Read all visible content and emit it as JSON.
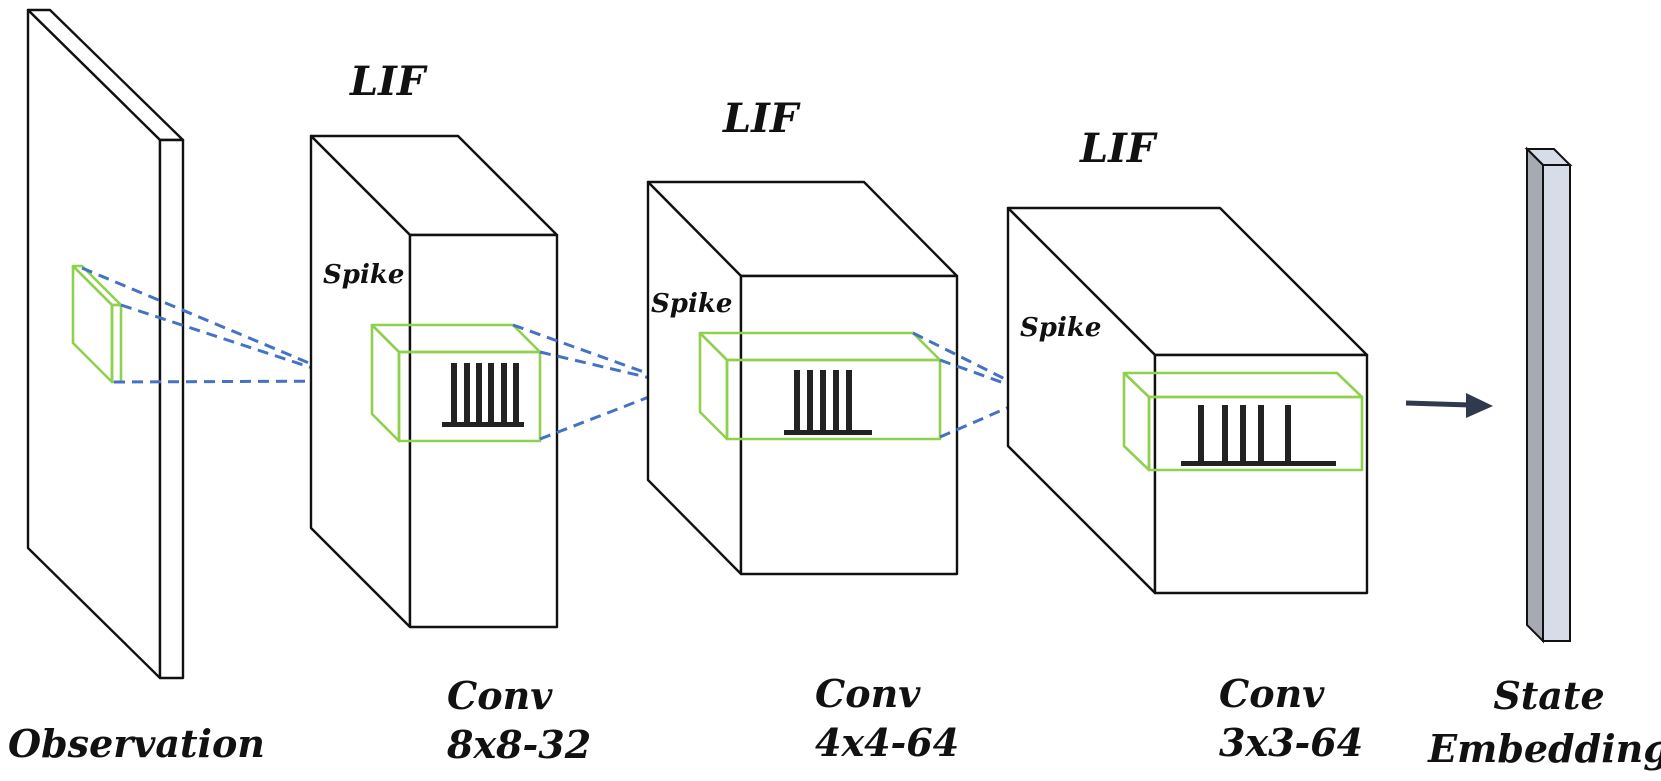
{
  "labels": {
    "observation": "Observation",
    "state_embedding_line1": "State",
    "state_embedding_line2": "Embedding"
  },
  "layers": [
    {
      "neuron": "LIF",
      "spike": "Spike",
      "conv": "Conv",
      "kernel": "8x8-32"
    },
    {
      "neuron": "LIF",
      "spike": "Spike",
      "conv": "Conv",
      "kernel": "4x4-64"
    },
    {
      "neuron": "LIF",
      "spike": "Spike",
      "conv": "Conv",
      "kernel": "3x3-64"
    }
  ],
  "colors": {
    "outline": "#111111",
    "receptive_field": "#8fd14f",
    "projection": "#4472c4",
    "spike_train": "#222222",
    "arrow": "#2f3a4e",
    "embedding_front": "#d6dde8",
    "embedding_side": "#a6aab2"
  }
}
